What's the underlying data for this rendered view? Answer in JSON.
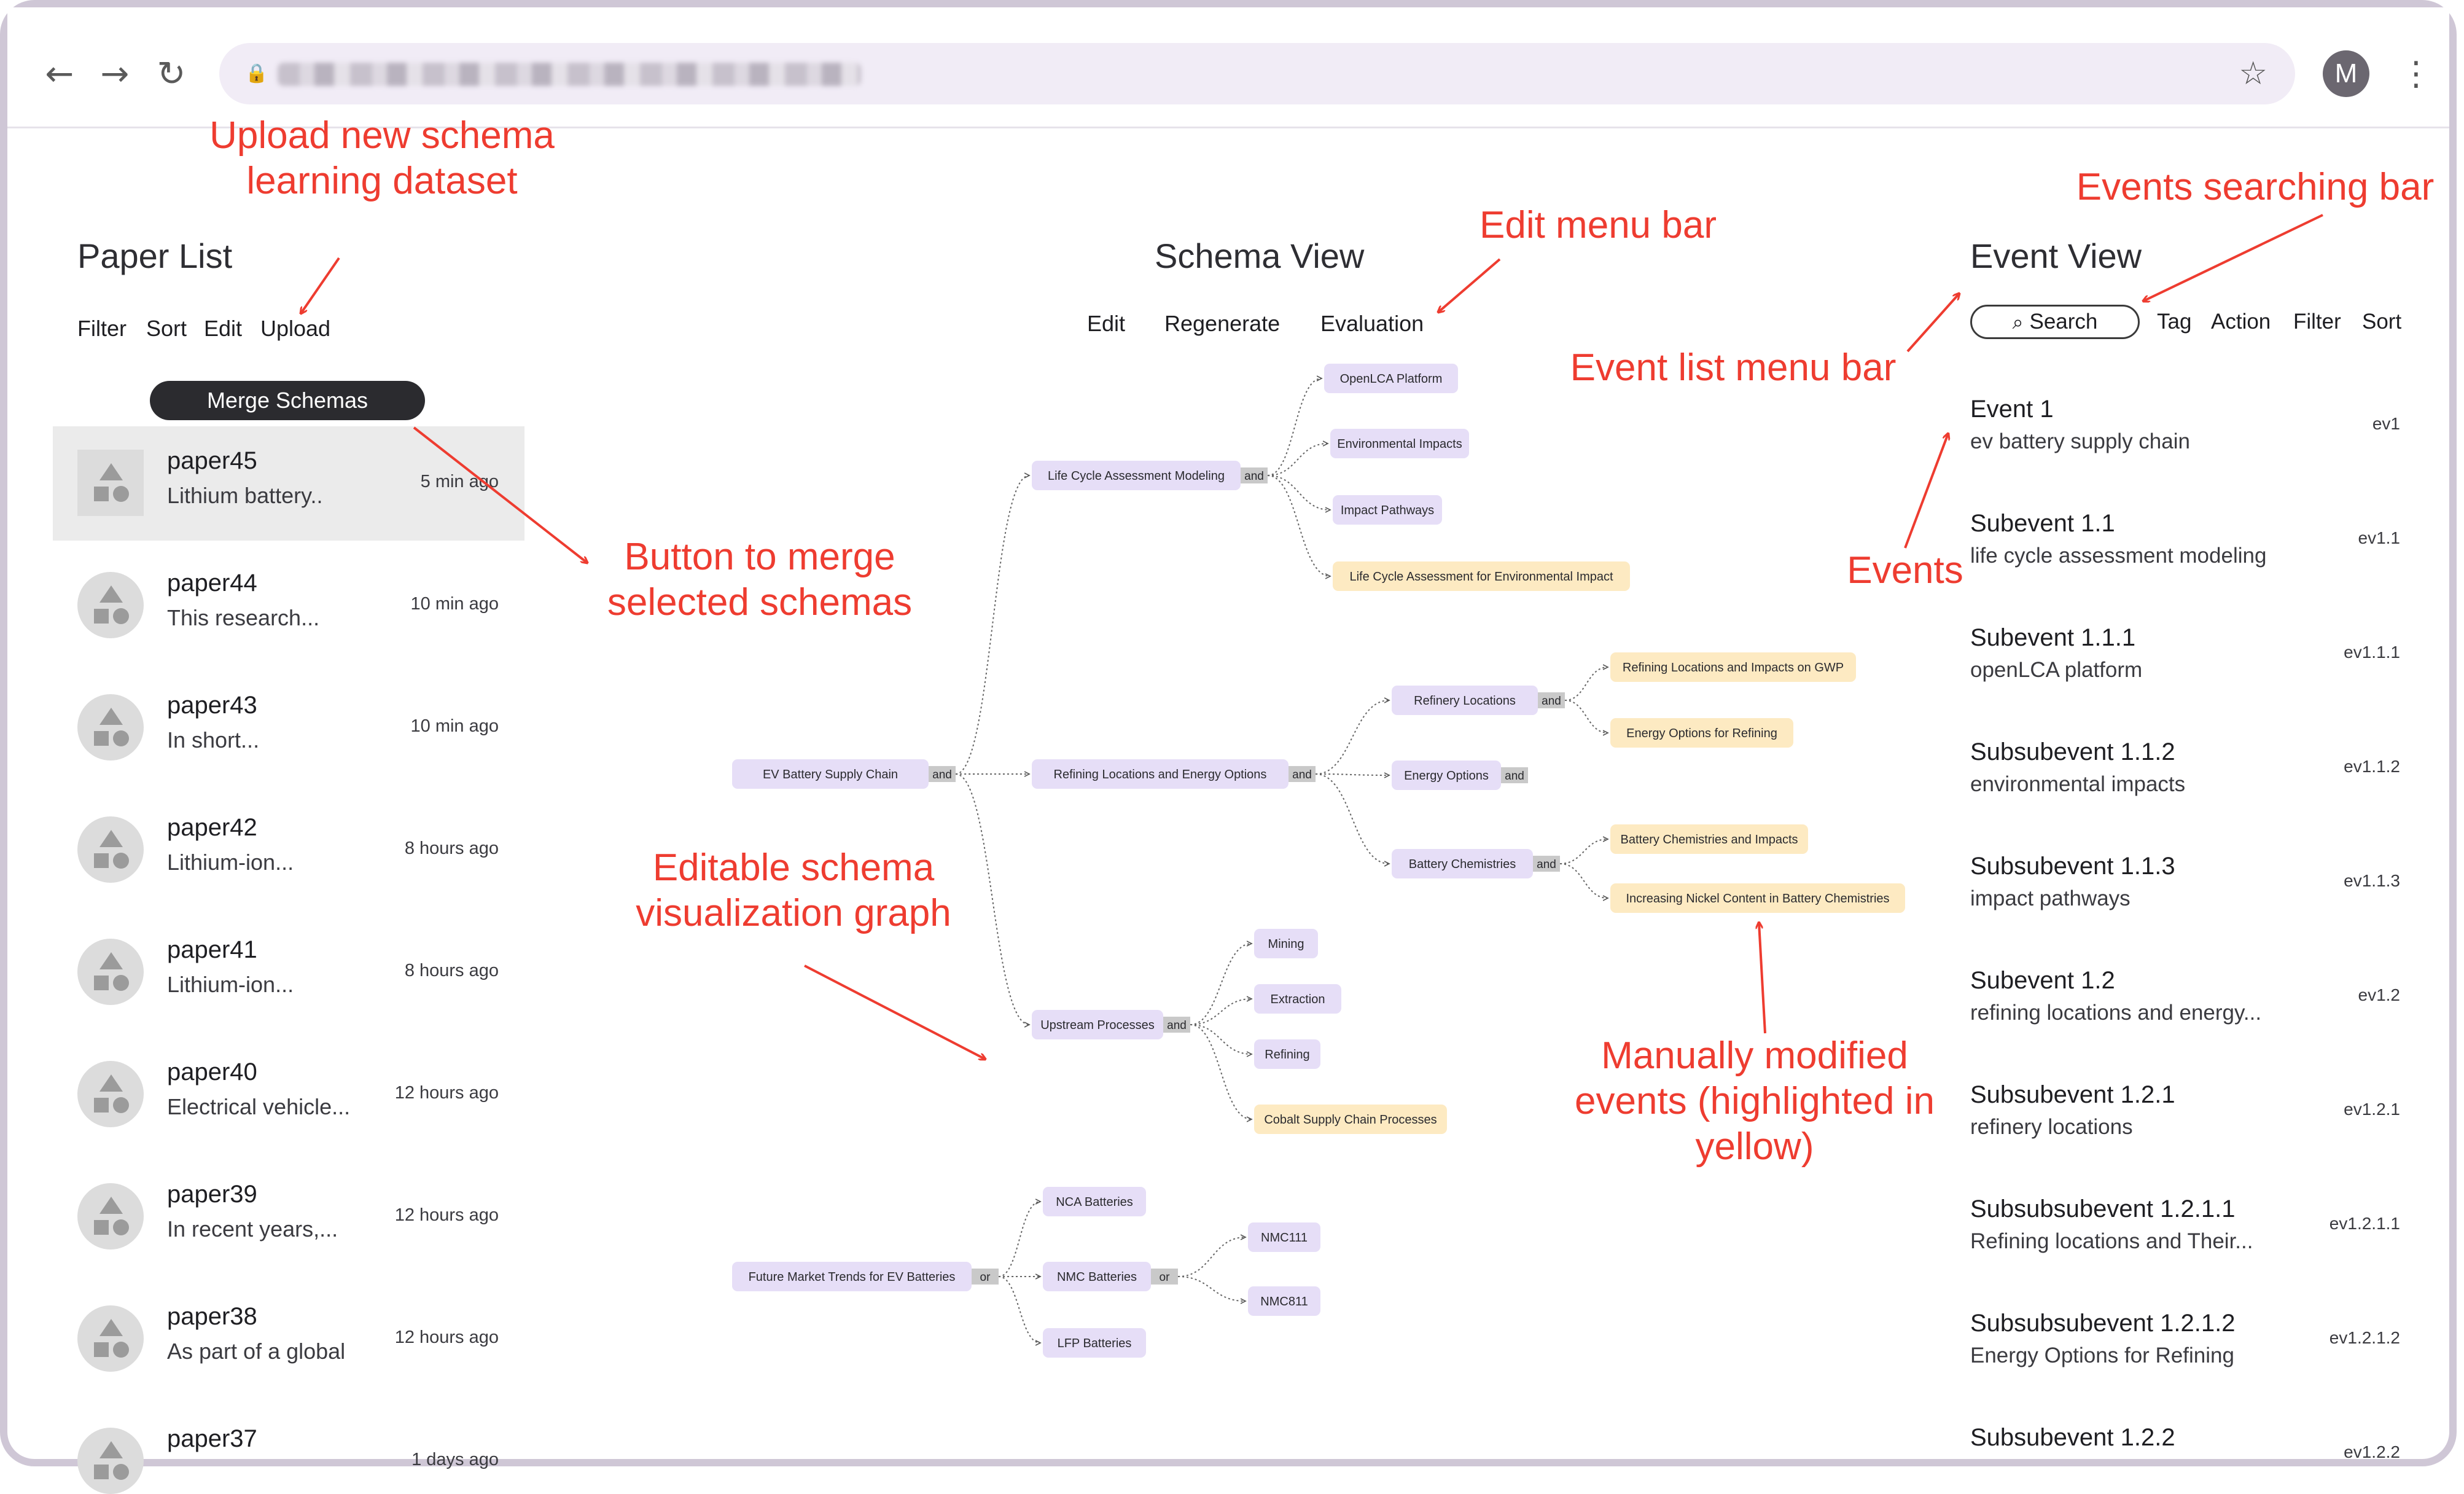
{
  "browser": {
    "profile_initial": "M"
  },
  "paper_list": {
    "title": "Paper List",
    "menu": [
      "Filter",
      "Sort",
      "Edit",
      "Upload"
    ],
    "merge_label": "Merge Schemas",
    "papers": [
      {
        "name": "paper45",
        "snippet": "Lithium battery..",
        "time": "5 min ago",
        "selected": true
      },
      {
        "name": "paper44",
        "snippet": "This research...",
        "time": "10 min ago"
      },
      {
        "name": "paper43",
        "snippet": "In short...",
        "time": "10 min ago"
      },
      {
        "name": "paper42",
        "snippet": " Lithium-ion...",
        "time": "8 hours ago"
      },
      {
        "name": "paper41",
        "snippet": "Lithium-ion...",
        "time": "8 hours ago"
      },
      {
        "name": "paper40",
        "snippet": "Electrical vehicle...",
        "time": "12 hours ago"
      },
      {
        "name": "paper39",
        "snippet": "In recent years,...",
        "time": "12 hours ago"
      },
      {
        "name": "paper38",
        "snippet": "As part of a global",
        "time": "12 hours ago"
      },
      {
        "name": "paper37",
        "snippet": "",
        "time": "1 days ago"
      }
    ]
  },
  "schema_view": {
    "title": "Schema View",
    "menu": [
      "Edit",
      "Regenerate",
      "Evaluation"
    ],
    "nodes": [
      {
        "id": "n1",
        "label": "EV Battery Supply Chain",
        "gate": "and"
      },
      {
        "id": "n2",
        "label": "Life Cycle Assessment Modeling",
        "gate": "and"
      },
      {
        "id": "n3",
        "label": "OpenLCA Platform"
      },
      {
        "id": "n4",
        "label": "Environmental Impacts"
      },
      {
        "id": "n5",
        "label": "Impact Pathways"
      },
      {
        "id": "n6",
        "label": "Life Cycle Assessment for Environmental Impact",
        "modified": true
      },
      {
        "id": "n7",
        "label": "Refining Locations and Energy Options",
        "gate": "and"
      },
      {
        "id": "n8",
        "label": "Refinery Locations",
        "gate": "and"
      },
      {
        "id": "n9",
        "label": "Refining Locations and Impacts on GWP",
        "modified": true
      },
      {
        "id": "n10",
        "label": "Energy Options for Refining",
        "modified": true
      },
      {
        "id": "n11",
        "label": "Energy Options",
        "gate": "and"
      },
      {
        "id": "n12",
        "label": "Battery Chemistries",
        "gate": "and"
      },
      {
        "id": "n13",
        "label": "Battery Chemistries and Impacts",
        "modified": true
      },
      {
        "id": "n14",
        "label": "Increasing Nickel Content in Battery Chemistries",
        "modified": true
      },
      {
        "id": "n15",
        "label": "Upstream Processes",
        "gate": "and"
      },
      {
        "id": "n16",
        "label": "Mining"
      },
      {
        "id": "n17",
        "label": "Extraction"
      },
      {
        "id": "n18",
        "label": "Refining"
      },
      {
        "id": "n19",
        "label": "Cobalt Supply Chain Processes",
        "modified": true
      },
      {
        "id": "n20",
        "label": "Future Market Trends for EV Batteries",
        "gate": "or"
      },
      {
        "id": "n21",
        "label": "NCA Batteries"
      },
      {
        "id": "n22",
        "label": "NMC Batteries",
        "gate": "or"
      },
      {
        "id": "n23",
        "label": "LFP Batteries"
      },
      {
        "id": "n24",
        "label": "NMC111"
      },
      {
        "id": "n25",
        "label": "NMC811"
      }
    ]
  },
  "event_view": {
    "title": "Event View",
    "search_label": "Search",
    "menu": [
      "Tag",
      "Action",
      "Filter",
      "Sort"
    ],
    "events": [
      {
        "title": "Event 1",
        "desc": "ev battery supply chain",
        "id": "ev1"
      },
      {
        "title": "Subevent 1.1",
        "desc": "life cycle assessment modeling",
        "id": "ev1.1"
      },
      {
        "title": "Subevent 1.1.1",
        "desc": "openLCA platform",
        "id": "ev1.1.1"
      },
      {
        "title": "Subsubevent 1.1.2",
        "desc": "environmental impacts",
        "id": "ev1.1.2"
      },
      {
        "title": "Subsubevent 1.1.3",
        "desc": "impact pathways",
        "id": "ev1.1.3"
      },
      {
        "title": "Subevent 1.2",
        "desc": "refining locations and energy...",
        "id": "ev1.2"
      },
      {
        "title": "Subsubevent 1.2.1",
        "desc": "refinery locations",
        "id": "ev1.2.1"
      },
      {
        "title": "Subsubsubevent 1.2.1.1",
        "desc": "Refining locations and Their...",
        "id": "ev1.2.1.1"
      },
      {
        "title": "Subsubsubevent 1.2.1.2",
        "desc": "Energy Options for Refining",
        "id": "ev1.2.1.2"
      },
      {
        "title": "Subsubevent 1.2.2",
        "desc": "",
        "id": "ev1.2.2"
      }
    ]
  },
  "annotations": {
    "upload": "Upload new schema learning dataset",
    "edit_menu": "Edit menu bar",
    "events_search": "Events searching bar",
    "event_list_menu": "Event list menu bar",
    "merge_button": "Button to merge selected schemas",
    "events": "Events",
    "graph": "Editable schema visualization graph",
    "modified": "Manually modified events (highlighted in yellow)"
  },
  "colors": {
    "node": "#e6def7",
    "modified": "#fdeac2",
    "gate": "#c9c9c9",
    "annotation": "#ee3c30",
    "merge": "#2b2b2f"
  }
}
